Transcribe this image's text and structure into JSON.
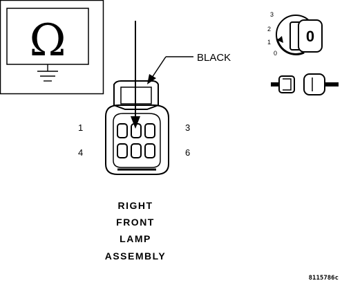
{
  "ohmmeter": {
    "symbol": "Ω"
  },
  "wire_label": "BLACK",
  "pins": {
    "p1": "1",
    "p3": "3",
    "p4": "4",
    "p6": "6"
  },
  "ignition_positions": [
    "3",
    "2",
    "1",
    "0"
  ],
  "key_symbol": "0",
  "title_lines": [
    "RIGHT",
    "FRONT",
    "LAMP",
    "ASSEMBLY"
  ],
  "figure_code": "8115786c"
}
